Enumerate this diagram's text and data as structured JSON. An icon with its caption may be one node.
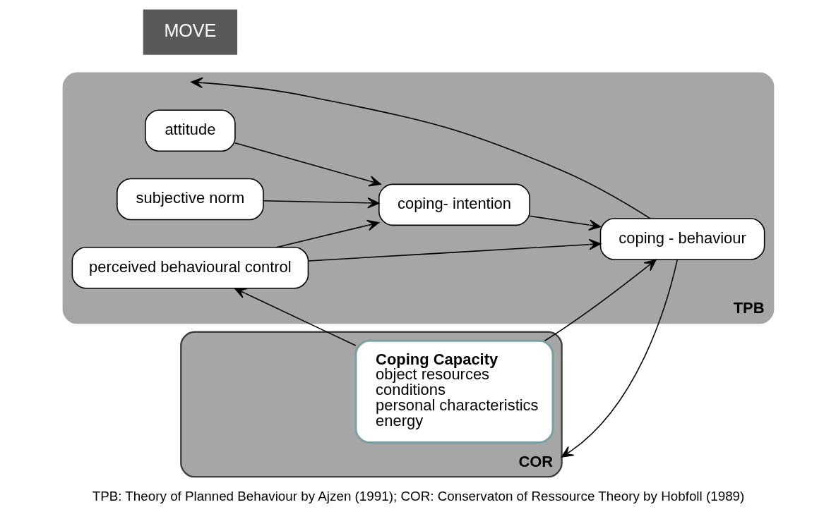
{
  "diagram": {
    "caption": "TPB: Theory of Planned Behaviour by Ajzen (1991); COR: Conservaton of Ressource Theory by Hobfoll (1989)",
    "nodes": [
      {
        "text": [
          "TPB"
        ]
      },
      {
        "text": [
          "attitude"
        ],
        "in": 0
      },
      {
        "text": [
          "subjective norm"
        ],
        "in": 0
      },
      {
        "text": [
          "perceived behavioural control"
        ],
        "in": 0
      },
      {
        "text": [
          "coping- intention"
        ],
        "in": 0
      },
      {
        "text": [
          "coping - behaviour"
        ],
        "in": 0
      },
      {
        "text": [
          "COR"
        ]
      },
      {
        "text": [
          "Coping Capacity",
          "object resources",
          "conditions",
          "personal characteristics",
          "energy"
        ],
        "in": 6
      }
    ],
    "edges": [
      {
        "from": 1,
        "to": 4,
        "arrow": "to"
      },
      {
        "from": 2,
        "to": 4,
        "arrow": "to"
      },
      {
        "from": 3,
        "to": 4,
        "arrow": "to"
      },
      {
        "from": 4,
        "to": 5,
        "arrow": "to"
      },
      {
        "from": 3,
        "to": 5,
        "arrow": "to"
      },
      {
        "from": 7,
        "to": 3,
        "arrow": "to"
      },
      {
        "from": 7,
        "to": 5,
        "arrow": "to"
      },
      {
        "from": 5,
        "to": 0,
        "arrow": "to"
      },
      {
        "from": 5,
        "to": 6,
        "arrow": "to"
      }
    ],
    "labels": [
      "MOVE"
    ]
  }
}
